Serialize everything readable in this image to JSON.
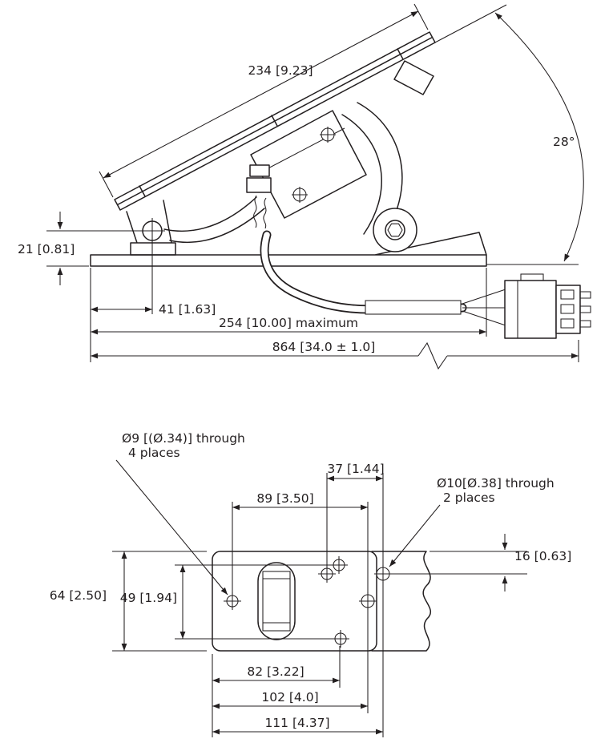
{
  "side_view": {
    "pedal_length": "234 [9.23]",
    "pedal_angle": "28°",
    "pedal_height": "21 [0.81]",
    "pivot_offset": "41 [1.63]",
    "overall_length": "254 [10.00] maximum",
    "harness_length": "864 [34.0 ± 1.0]"
  },
  "plan_view": {
    "callout_small_holes_line1": "Ø9 [(Ø.34)] through",
    "callout_small_holes_line2": "4 places",
    "callout_large_holes_line1": "Ø10[Ø.38] through",
    "callout_large_holes_line2": "2 places",
    "dim_37": "37 [1.44]",
    "dim_89": "89 [3.50]",
    "dim_16": "16 [0.63]",
    "dim_64": "64 [2.50]",
    "dim_49": "49 [1.94]",
    "dim_82": "82 [3.22]",
    "dim_102": "102 [4.0]",
    "dim_111": "111 [4.37]"
  }
}
